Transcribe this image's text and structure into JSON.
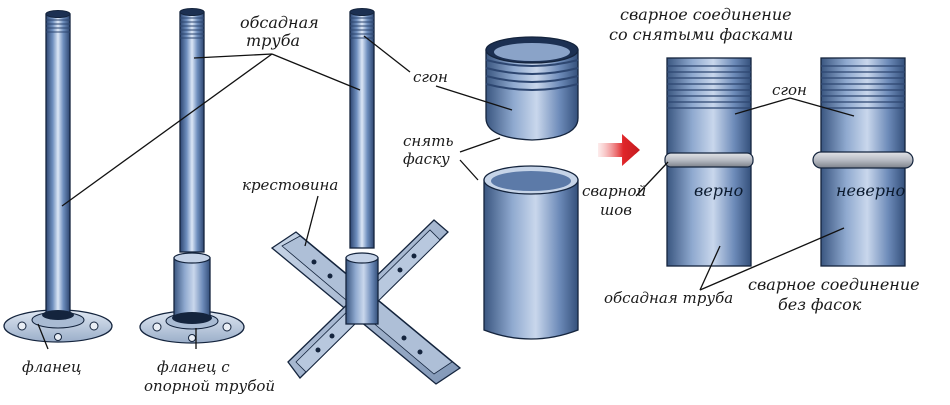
{
  "labels": {
    "casing_pipe_top": "обсадная труба",
    "flange": "фланец",
    "flange_with_support_line1": "фланец с",
    "flange_with_support_line2": "опорной трубой",
    "cross": "крестовина",
    "coupling": "сгон",
    "remove_chamfer": "снять фаску",
    "casing_pipe_bottom": "обсадная труба",
    "weld_seam": "сварной шов",
    "weld_chamfered_title": "сварное соединение со снятыми фасками",
    "coupling_right": "сгон",
    "correct": "верно",
    "incorrect": "неверно",
    "weld_no_chamfer": "сварное соединение без фасок"
  },
  "colors": {
    "pipe_dark": "#2f4a75",
    "pipe_mid": "#6f8fbe",
    "pipe_light": "#dbe6f5",
    "seam": "#b8bcc4",
    "arrow": "#e0262a",
    "outline": "#14243d"
  }
}
